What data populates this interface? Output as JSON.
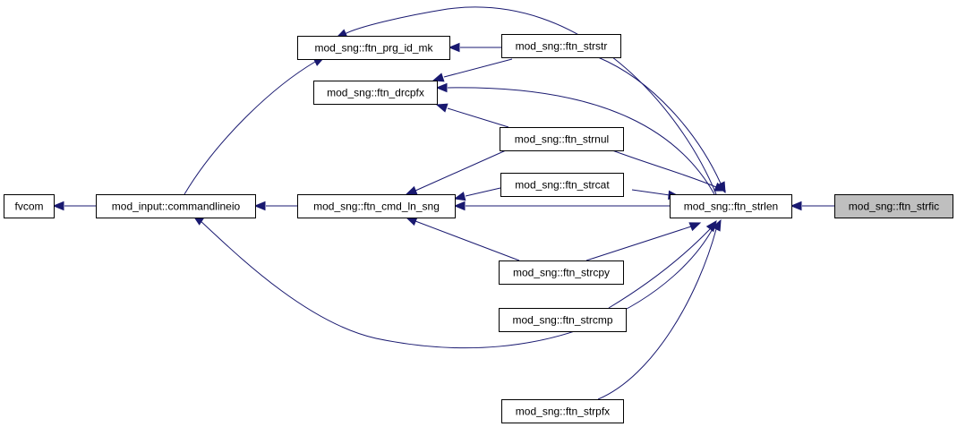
{
  "graph": {
    "nodes": [
      {
        "id": "fvcom",
        "label": "fvcom"
      },
      {
        "id": "commandlineio",
        "label": "mod_input::commandlineio"
      },
      {
        "id": "prg_id_mk",
        "label": "mod_sng::ftn_prg_id_mk"
      },
      {
        "id": "drcpfx",
        "label": "mod_sng::ftn_drcpfx"
      },
      {
        "id": "cmd_ln_sng",
        "label": "mod_sng::ftn_cmd_ln_sng"
      },
      {
        "id": "strstr",
        "label": "mod_sng::ftn_strstr"
      },
      {
        "id": "strnul",
        "label": "mod_sng::ftn_strnul"
      },
      {
        "id": "strcat",
        "label": "mod_sng::ftn_strcat"
      },
      {
        "id": "strcpy",
        "label": "mod_sng::ftn_strcpy"
      },
      {
        "id": "strcmp",
        "label": "mod_sng::ftn_strcmp"
      },
      {
        "id": "strpfx",
        "label": "mod_sng::ftn_strpfx"
      },
      {
        "id": "strlen",
        "label": "mod_sng::ftn_strlen"
      },
      {
        "id": "strfic",
        "label": "mod_sng::ftn_strfic",
        "highlight": true
      }
    ],
    "edges": [
      {
        "from": "commandlineio",
        "to": "fvcom"
      },
      {
        "from": "cmd_ln_sng",
        "to": "commandlineio"
      },
      {
        "from": "prg_id_mk",
        "to": "commandlineio"
      },
      {
        "from": "strlen",
        "to": "commandlineio"
      },
      {
        "from": "strstr",
        "to": "prg_id_mk"
      },
      {
        "from": "strlen",
        "to": "prg_id_mk"
      },
      {
        "from": "strstr",
        "to": "drcpfx"
      },
      {
        "from": "strlen",
        "to": "drcpfx"
      },
      {
        "from": "strnul",
        "to": "drcpfx"
      },
      {
        "from": "strnul",
        "to": "cmd_ln_sng"
      },
      {
        "from": "strcat",
        "to": "cmd_ln_sng"
      },
      {
        "from": "strlen",
        "to": "cmd_ln_sng"
      },
      {
        "from": "strcpy",
        "to": "cmd_ln_sng"
      },
      {
        "from": "strlen",
        "to": "strstr"
      },
      {
        "from": "strlen",
        "to": "strnul"
      },
      {
        "from": "strlen",
        "to": "strcat"
      },
      {
        "from": "strlen",
        "to": "strcpy"
      },
      {
        "from": "strlen",
        "to": "strcmp"
      },
      {
        "from": "strlen",
        "to": "strpfx"
      },
      {
        "from": "strfic",
        "to": "strlen"
      }
    ]
  }
}
